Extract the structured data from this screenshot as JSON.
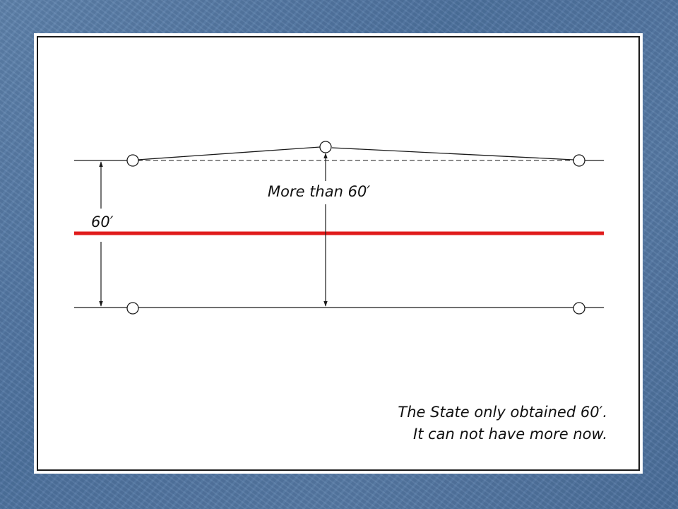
{
  "diagram": {
    "labels": {
      "left_dimension": "60′",
      "center_dimension": "More than 60′"
    },
    "note": {
      "line1": "The State only obtained 60′.",
      "line2": "It can not have more now."
    },
    "colors": {
      "centerline": "#e01b1b",
      "linework": "#1a1a1a",
      "background": "#4f74a1"
    }
  }
}
